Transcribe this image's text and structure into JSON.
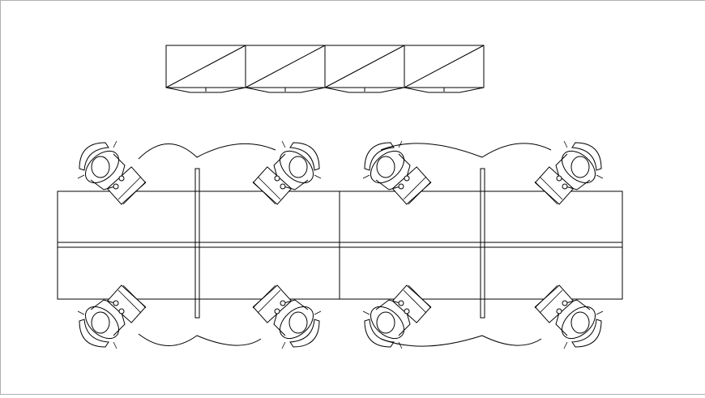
{
  "drawing": {
    "type": "office-workstation-layout",
    "line_color": "#000000",
    "background_color": "#ffffff",
    "frame_color": "#b0b0b0",
    "cabinets": {
      "count": 4
    },
    "workstations": {
      "count": 8
    }
  }
}
